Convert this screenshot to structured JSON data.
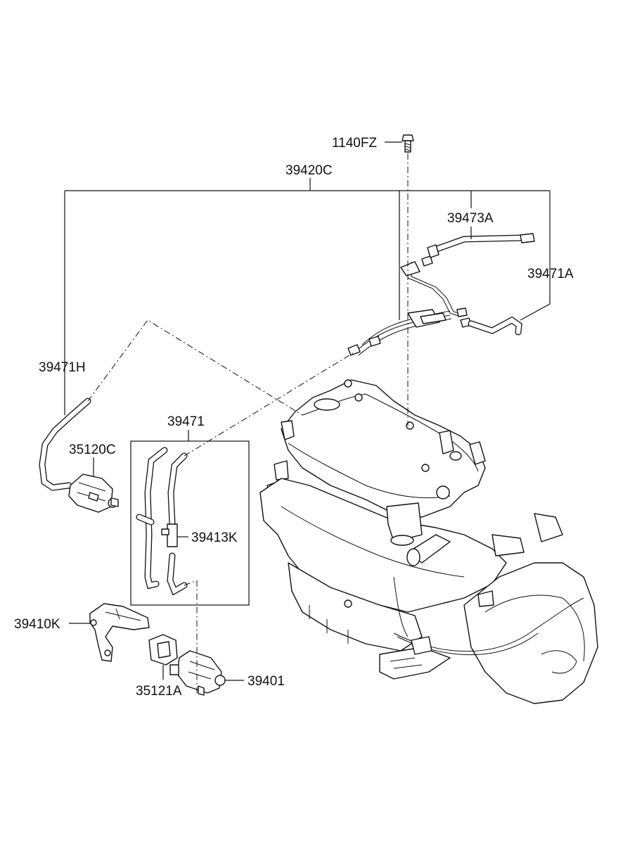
{
  "labels": {
    "p1140FZ": "1140FZ",
    "p39420C": "39420C",
    "p39473A": "39473A",
    "p39471A": "39471A",
    "p39471H": "39471H",
    "p39471": "39471",
    "p35120C": "35120C",
    "p39413K": "39413K",
    "p39410K": "39410K",
    "p35121A": "35121A",
    "p39401": "39401"
  }
}
